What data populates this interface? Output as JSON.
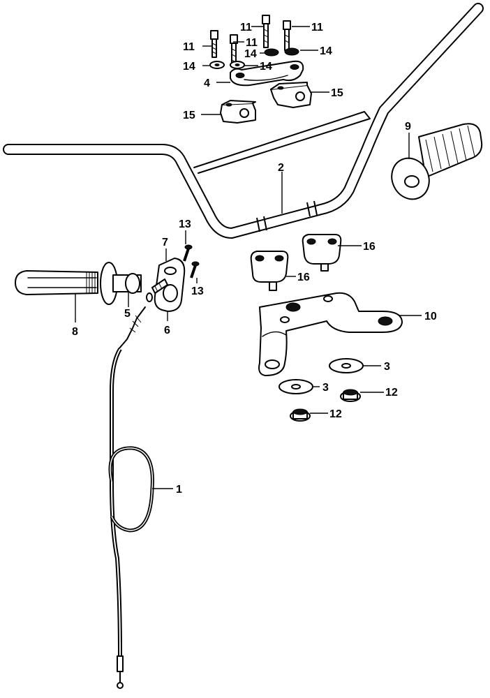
{
  "callouts": {
    "c1": "1",
    "c2": "2",
    "c3a": "3",
    "c3b": "3",
    "c4": "4",
    "c5": "5",
    "c6": "6",
    "c7": "7",
    "c8": "8",
    "c9": "9",
    "c10": "10",
    "c11a": "11",
    "c11b": "11",
    "c11c": "11",
    "c11d": "11",
    "c12a": "12",
    "c12b": "12",
    "c13a": "13",
    "c13b": "13",
    "c14a": "14",
    "c14b": "14",
    "c14c": "14",
    "c14d": "14",
    "c15a": "15",
    "c15b": "15",
    "c16a": "16",
    "c16b": "16"
  },
  "icons": {
    "handlebar": "handlebar-icon",
    "throttle_cable": "throttle-cable-icon",
    "grip": "grip-icon",
    "throttle_housing": "throttle-housing-icon",
    "holder": "handlebar-holder-icon",
    "bracket": "bracket-icon",
    "bolt": "bolt-icon",
    "washer": "washer-icon",
    "nut": "flange-nut-icon"
  }
}
